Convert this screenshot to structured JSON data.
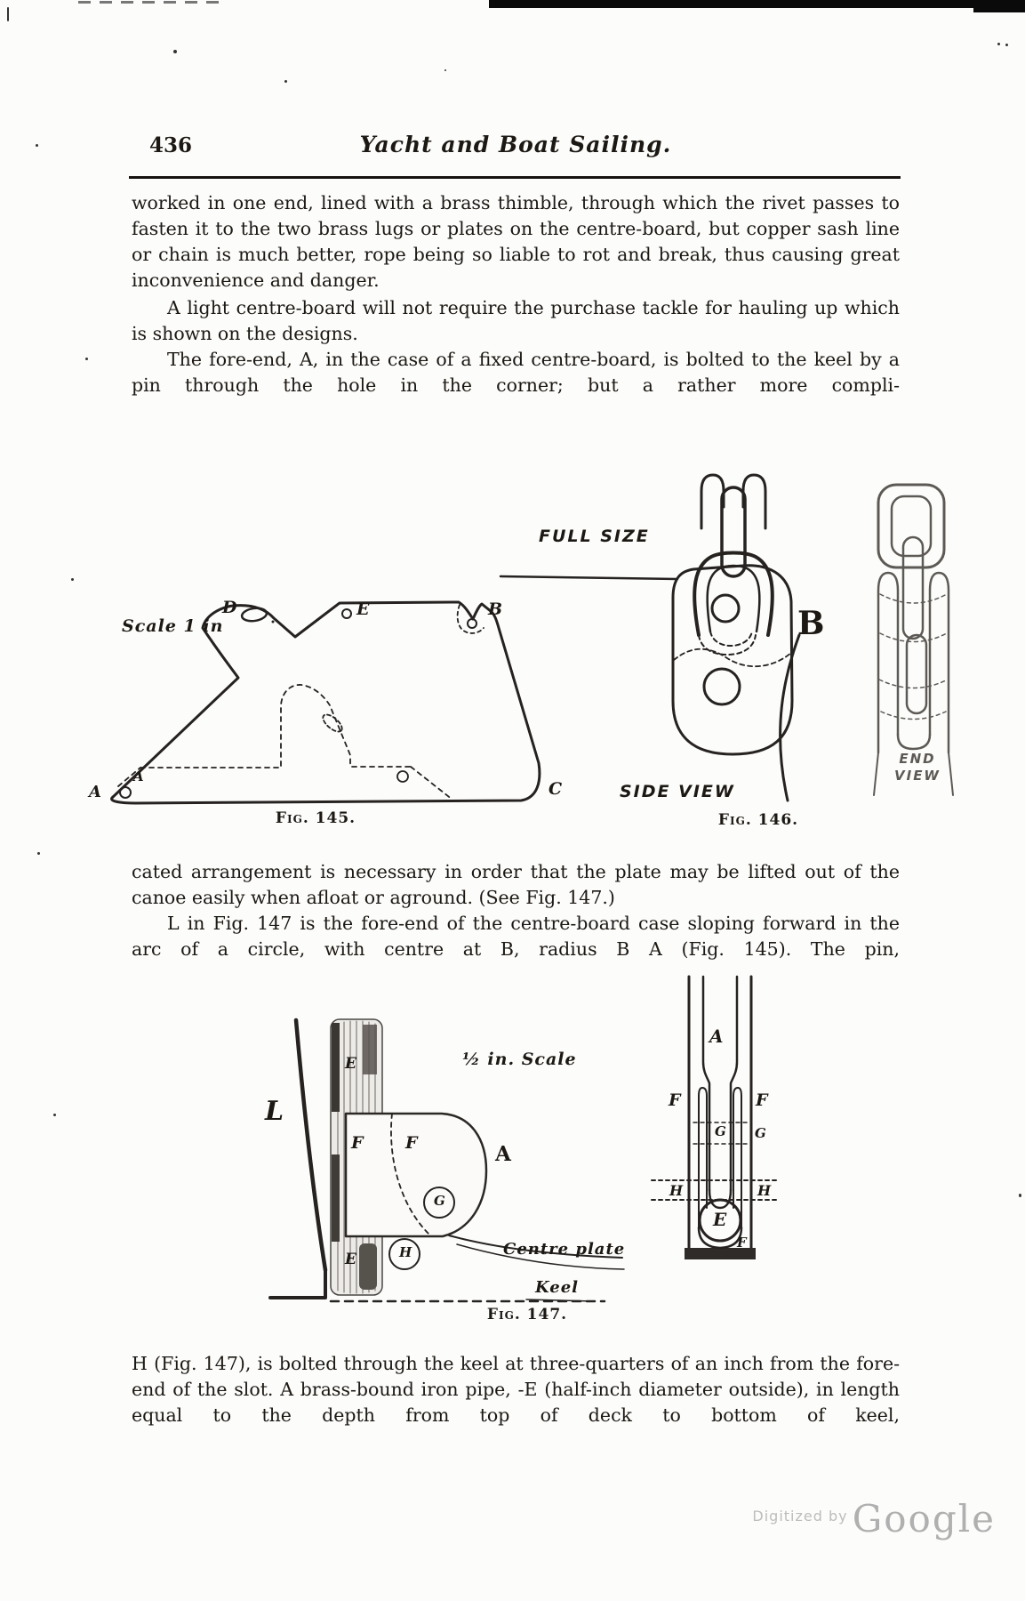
{
  "header": {
    "page_number": "436",
    "title": "Yacht and Boat Sailing."
  },
  "body": {
    "p1": "worked in one end, lined with a brass thimble, through which the rivet passes to fasten it to the two brass lugs or plates on the centre-board, but copper sash line or chain is much better, rope being so liable to rot and break, thus causing great inconvenience and danger.",
    "p2": "A light centre-board will not require the purchase tackle for hauling up which is shown on the designs.",
    "p3": "The fore-end, A, in the case of a fixed centre-board, is bolted to the keel by a pin through the hole in the corner; but a rather more compli-",
    "p4": "cated arrangement is necessary in order that the plate may be lifted out of the canoe easily when afloat or aground. (See Fig. 147.)",
    "p5": "L in Fig. 147 is the fore-end of the centre-board case sloping forward in the arc of a circle, with centre at B, radius B A (Fig. 145). The pin,",
    "p6": "H (Fig. 147), is bolted through the keel at three-quarters of an inch from the fore-end of the slot. A brass-bound iron pipe, -E (half-inch diameter outside), in length equal to the depth from top of deck to bottom of keel,"
  },
  "fig145": {
    "caption": "Fig. 145.",
    "scale": "Scale 1 in",
    "label_d": "D",
    "label_e": "E",
    "label_b": "B",
    "label_a_outer": "A",
    "label_a_inner": "A",
    "label_c": "C"
  },
  "fig146": {
    "caption": "Fig. 146.",
    "full_size": "FULL SIZE",
    "side_view": "SIDE VIEW",
    "end": "END",
    "view": "VIEW",
    "label_b": "B"
  },
  "fig147": {
    "caption": "Fig. 147.",
    "scale": "½ in. Scale",
    "label_l": "L",
    "label_e_top": "E",
    "label_e_bottom": "E",
    "label_f_left": "F",
    "label_f_right": "F",
    "label_a": "A",
    "label_g": "G",
    "label_h": "H",
    "centre_plate": "Centre plate",
    "keel": "Keel",
    "xs": {
      "a": "A",
      "f_left": "F",
      "f_right": "F",
      "g_left": "G",
      "g_right": "G",
      "h_left": "H",
      "h_right": "H",
      "e": "E",
      "f_bottom": "F"
    }
  },
  "watermark": {
    "prefix": "Digitized by",
    "logo": "Google"
  }
}
